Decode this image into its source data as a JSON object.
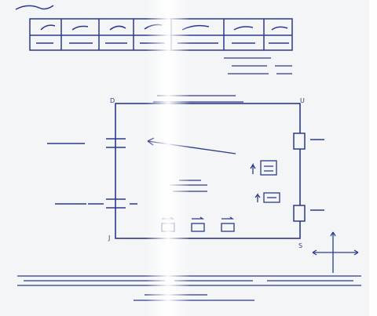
{
  "document": {
    "kind": "handwritten scanned sheet (blurred, illegible)",
    "header_note": "",
    "table": {
      "columns": 7,
      "cells": [
        "",
        "",
        "",
        "",
        "",
        "",
        ""
      ]
    },
    "top_right_notes": [
      "",
      "",
      ""
    ],
    "diagram": {
      "title": "",
      "corner_labels": {
        "top_left": "D",
        "top_right": "U",
        "bottom_left": "J",
        "bottom_right": "S"
      },
      "left_components": [
        "",
        ""
      ],
      "right_components": [
        "",
        ""
      ],
      "center_labels": [
        "",
        ""
      ],
      "small_boxes": [
        "",
        "",
        ""
      ],
      "right_boxes": [
        "",
        ""
      ]
    },
    "footer_line": "",
    "footer_right": "",
    "footer_caption": ""
  },
  "colors": {
    "ink": "#2b3a8c",
    "paper": "#f4f5f7",
    "glare": "#ffffff"
  }
}
